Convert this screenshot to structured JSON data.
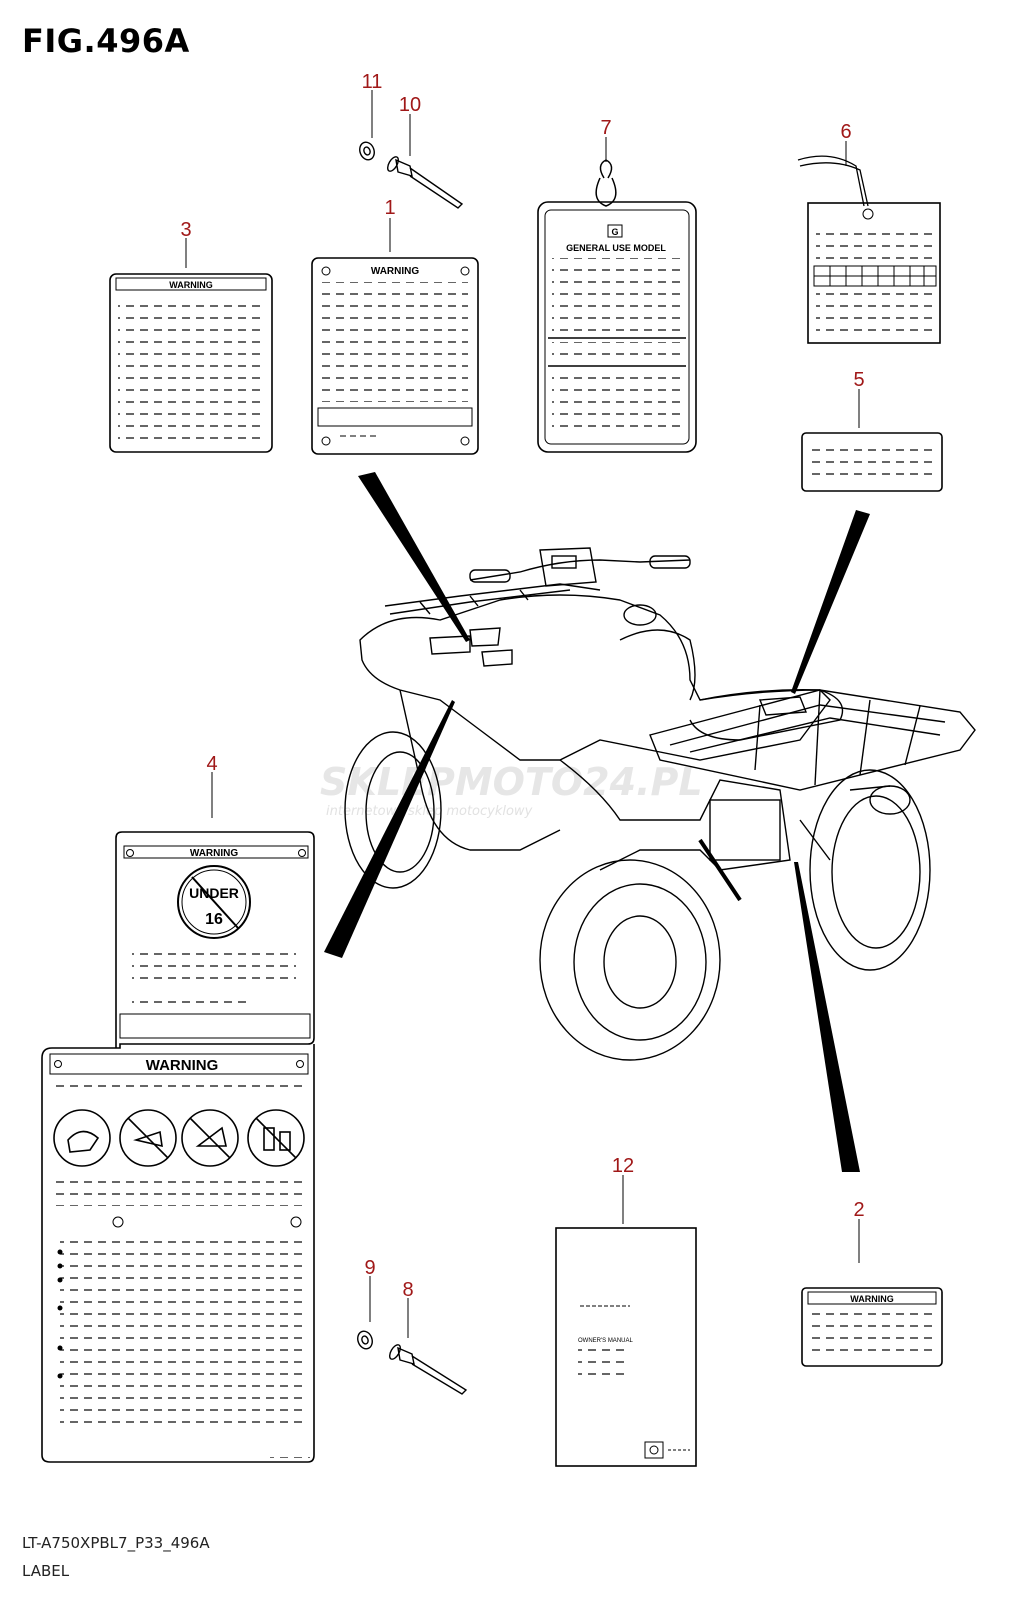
{
  "figure": {
    "title": "FIG.496A",
    "code": "LT-A750XPBL7_P33_496A",
    "subtitle": "LABEL"
  },
  "callouts": [
    "1",
    "2",
    "3",
    "4",
    "5",
    "6",
    "7",
    "8",
    "9",
    "10",
    "11",
    "12"
  ],
  "labels": {
    "warning": "WARNING",
    "general_use": "GENERAL USE MODEL",
    "under_text": "UNDER",
    "under_age": "16",
    "owners_manual": "OWNER'S MANUAL",
    "tag_g": "G"
  },
  "watermark": {
    "brand": "SKLEPMOTO24.PL",
    "tagline": "internetowy sklep motocyklowy"
  },
  "colors": {
    "callout": "#a01818",
    "line": "#000000"
  }
}
